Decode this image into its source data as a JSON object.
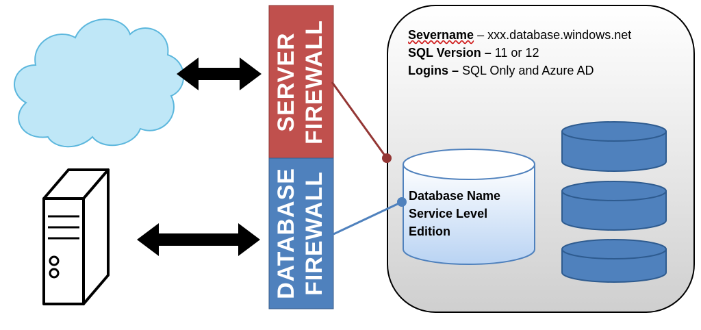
{
  "server_firewall": {
    "line1": "SERVER",
    "line2": "FIREWALL",
    "color": "#c0504d"
  },
  "database_firewall": {
    "line1": "DATABASE",
    "line2": "FIREWALL",
    "color": "#4f81bd"
  },
  "server_info": {
    "severname_label": "Severname",
    "severname_value": " – xxx.database.windows.net",
    "sql_version_label": "SQL Version –",
    "sql_version_value": " 11 or 12",
    "logins_label": "Logins –",
    "logins_value": " SQL Only and Azure AD"
  },
  "database": {
    "line1": "Database Name",
    "line2": "Service Level",
    "line3": "Edition"
  },
  "colors": {
    "cloud": "#bfe7f7",
    "cloud_stroke": "#5cb7dd",
    "db_blue": "#4f81bd",
    "db_stroke": "#2e5b8f",
    "server_link": "#943634",
    "db_link": "#4f81bd"
  },
  "icons": [
    "cloud-icon",
    "server-computer-icon",
    "double-arrow-icon",
    "database-cylinder-icon"
  ]
}
